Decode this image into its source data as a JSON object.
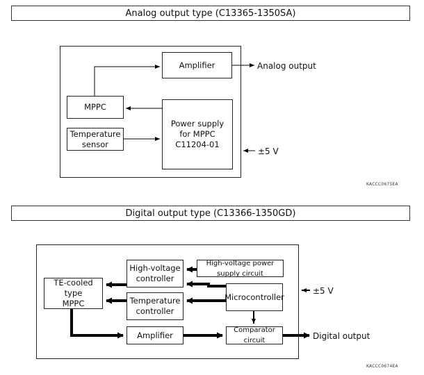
{
  "analog": {
    "title": "Analog output type (C13365-1350SA)",
    "blocks": {
      "amplifier": "Amplifier",
      "mppc": "MPPC",
      "temperature_sensor": "Temperature\nsensor",
      "power_supply": "Power supply\nfor MPPC\nC11204-01"
    },
    "output_label": "Analog output",
    "power_label": "±5 V",
    "figure_code": "KACCC0675EA"
  },
  "digital": {
    "title": "Digital output type (C13366-1350GD)",
    "blocks": {
      "te_cooled_mppc": "TE-cooled type\nMPPC",
      "hv_controller": "High-voltage\ncontroller",
      "hv_power_supply": "High-voltage power supply circuit",
      "temperature_controller": "Temperature\ncontroller",
      "microcontroller": "Microcontroller",
      "amplifier": "Amplifier",
      "comparator": "Comparator circuit"
    },
    "output_label": "Digital output",
    "power_label": "±5 V",
    "figure_code": "KACCC0674EA"
  }
}
